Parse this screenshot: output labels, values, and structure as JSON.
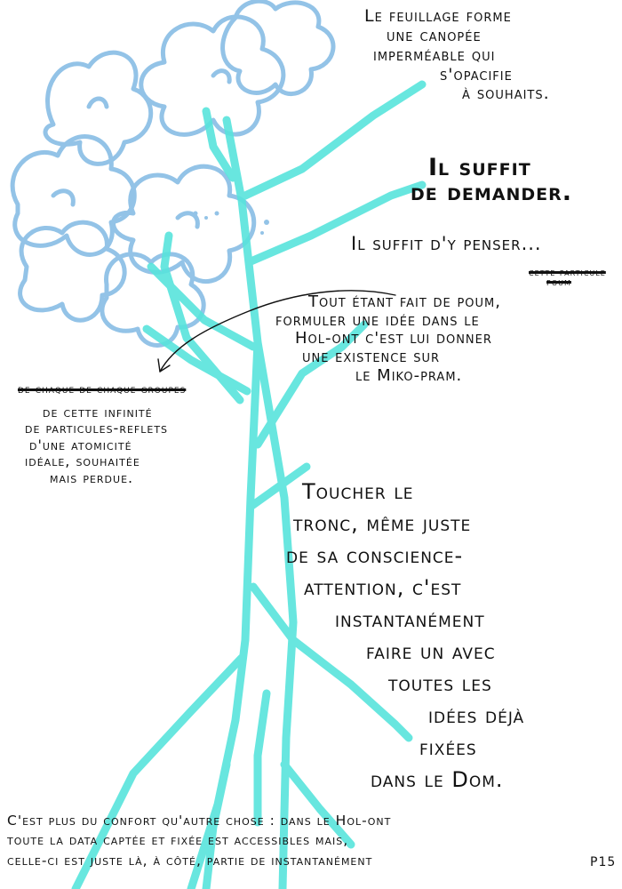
{
  "canopy_note": {
    "lines": [
      "Le feuillage forme",
      "une canopée",
      "imperméable qui",
      "s'opacifie",
      "à souhaits."
    ]
  },
  "ask_note": {
    "lines": [
      "Il suffit",
      "de demander."
    ]
  },
  "think_note": {
    "text": "Il suffit d'y penser..."
  },
  "struck_above": {
    "lines": [
      "cette particule",
      "poum"
    ]
  },
  "particles_note": {
    "lines": [
      "Tout étant fait de poum,",
      "formuler une idée dans le",
      "Hol-ont c'est lui donner",
      "une existence sur",
      "le Miko-pram."
    ]
  },
  "struck_left": {
    "lines": [
      "de chaque de chaque groupes"
    ]
  },
  "infinity_note": {
    "lines": [
      "de cette infinité",
      "de particules-reflets",
      "d'une atomicité",
      "idéale, souhaitée",
      "mais perdue."
    ]
  },
  "trunk_note": {
    "lines": [
      "Toucher le",
      "tronc, même juste",
      "de sa conscience-",
      "attention, c'est",
      "instantanément",
      "faire un avec",
      "toutes les",
      "idées déjà",
      "fixées",
      "dans le Dom."
    ]
  },
  "footer_note": {
    "lines": [
      "C'est plus du confort qu'autre chose : dans le Hol-ont",
      "toute la data captée et fixée est accessibles mais,",
      "celle-ci est juste là, à côté, partie de instantanément"
    ]
  },
  "page_number": "P15",
  "colors": {
    "flower_stroke": "#8ec0e6",
    "tree_stroke": "#58e4dc",
    "ink": "#111111"
  }
}
